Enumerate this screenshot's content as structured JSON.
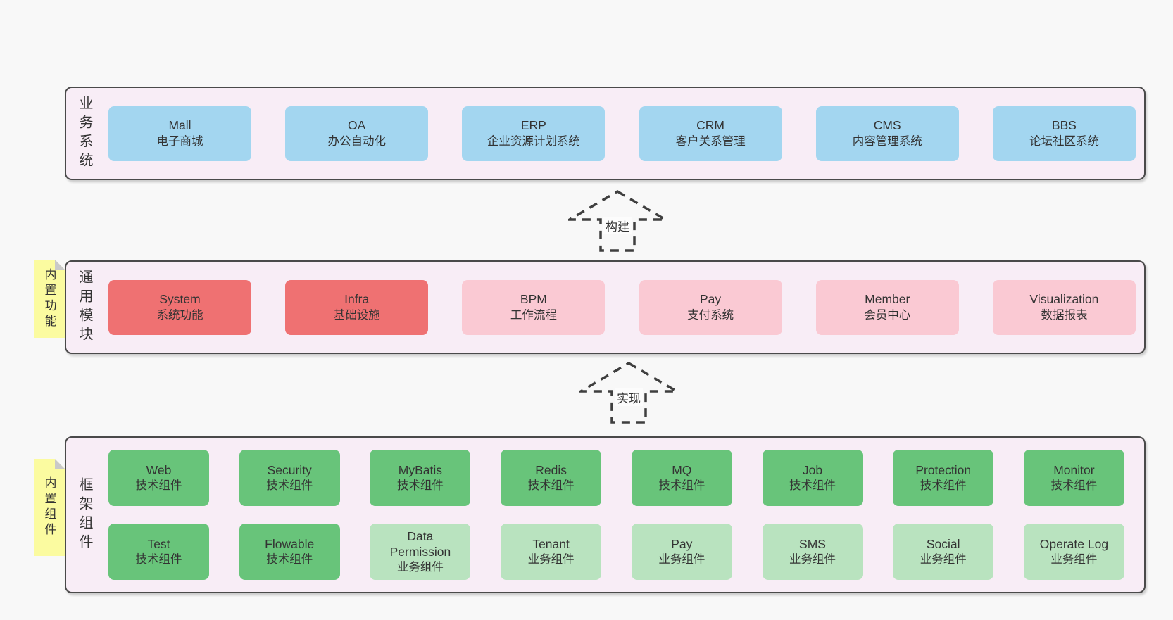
{
  "row1": {
    "label": "业务系统",
    "boxes": [
      {
        "en": "Mall",
        "zh": "电子商城"
      },
      {
        "en": "OA",
        "zh": "办公自动化"
      },
      {
        "en": "ERP",
        "zh": "企业资源计划系统"
      },
      {
        "en": "CRM",
        "zh": "客户关系管理"
      },
      {
        "en": "CMS",
        "zh": "内容管理系统"
      },
      {
        "en": "BBS",
        "zh": "论坛社区系统"
      }
    ]
  },
  "arrow1": {
    "label": "构建"
  },
  "row2": {
    "label": "通用模块",
    "note": "内置功能",
    "boxes": [
      {
        "en": "System",
        "zh": "系统功能"
      },
      {
        "en": "Infra",
        "zh": "基础设施"
      },
      {
        "en": "BPM",
        "zh": "工作流程"
      },
      {
        "en": "Pay",
        "zh": "支付系统"
      },
      {
        "en": "Member",
        "zh": "会员中心"
      },
      {
        "en": "Visualization",
        "zh": "数据报表"
      }
    ]
  },
  "arrow2": {
    "label": "实现"
  },
  "row3": {
    "label": "框架组件",
    "note": "内置组件",
    "boxes_top": [
      {
        "en": "Web",
        "zh": "技术组件"
      },
      {
        "en": "Security",
        "zh": "技术组件"
      },
      {
        "en": "MyBatis",
        "zh": "技术组件"
      },
      {
        "en": "Redis",
        "zh": "技术组件"
      },
      {
        "en": "MQ",
        "zh": "技术组件"
      },
      {
        "en": "Job",
        "zh": "技术组件"
      },
      {
        "en": "Protection",
        "zh": "技术组件"
      },
      {
        "en": "Monitor",
        "zh": "技术组件"
      }
    ],
    "boxes_bottom": [
      {
        "en": "Test",
        "zh": "技术组件"
      },
      {
        "en": "Flowable",
        "zh": "技术组件"
      },
      {
        "en": "Data Permission",
        "zh": "业务组件"
      },
      {
        "en": "Tenant",
        "zh": "业务组件"
      },
      {
        "en": "Pay",
        "zh": "业务组件"
      },
      {
        "en": "SMS",
        "zh": "业务组件"
      },
      {
        "en": "Social",
        "zh": "业务组件"
      },
      {
        "en": "Operate Log",
        "zh": "业务组件"
      }
    ]
  },
  "colors": {
    "background": "#f8f8f8",
    "container_fill": "#f8edf6",
    "container_border": "#4a4a4a",
    "business_box": "#a3d6f0",
    "core_module_box": "#ef7172",
    "optional_module_box": "#fac9d3",
    "tech_component_box": "#68c47a",
    "biz_component_box": "#b9e3bf",
    "note_fill": "#fbfba0",
    "note_fold": "#c9c9c9",
    "arrow_stroke": "#3f3f3f",
    "text": "#333333"
  }
}
